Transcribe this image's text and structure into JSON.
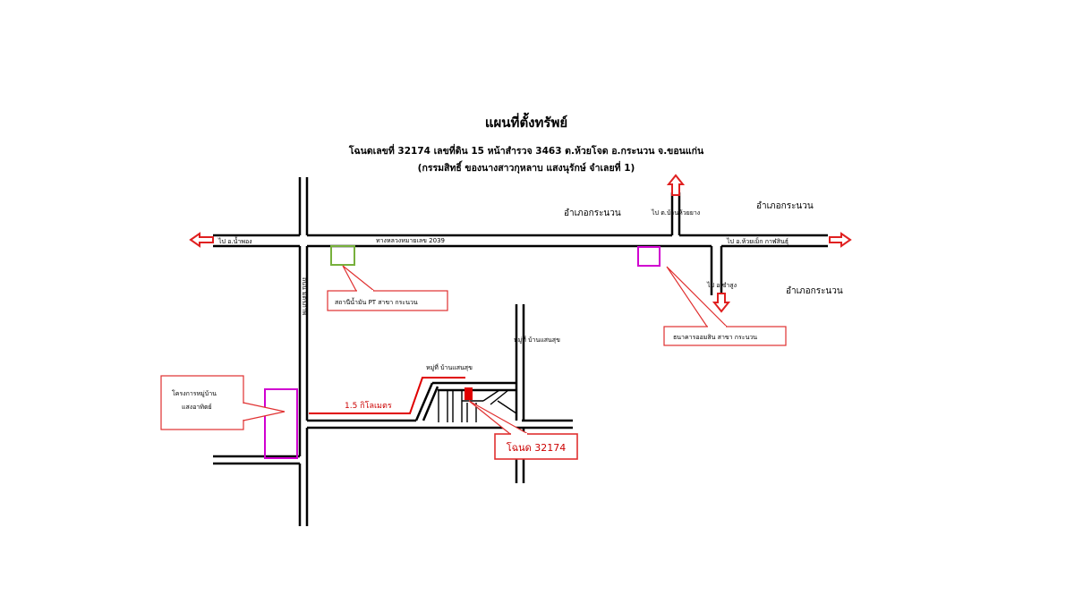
{
  "header": {
    "title": "แผนที่ตั้งทรัพย์",
    "subtitle": "โฉนดเลขที่ 32174 เลขที่ดิน 15 หน้าสำรวจ 3463 ต.ห้วยโจด อ.กระนวน จ.ขอนแก่น",
    "owner_line": "(กรรมสิทธิ์ ของนางสาวกุหลาบ แสงนุรักษ์ จำเลยที่ 1)"
  },
  "districts": {
    "top_center": "อำเภอกระนวน",
    "top_right": "อำเภอกระนวน",
    "mid_right": "อำเภอกระนวน"
  },
  "directions": {
    "west": "ไป อ.น้ำพอง",
    "north": "ไป ต.บ้านห้วยยาง",
    "east": "ไป อ.ห้วยเม็ก กาฬสินธุ์",
    "south": "ไป อ.ซำสูง"
  },
  "roads": {
    "main_highway": "ทางหลวงหมายเลข 2039",
    "vertical_road": "ถนน มิตรภาพ",
    "village_upper": "หมู่ที่ บ้านแสนสุข",
    "village_lower": "หมู่ที่ บ้านแสนสุข",
    "distance": "1.5 กิโลเมตร"
  },
  "landmarks": {
    "gas_station": "สถานีน้ำมัน PT สาขา กระนวน",
    "bank": "ธนาคารออมสิน สาขา กระนวน",
    "housing": [
      "โครงการหมู่บ้าน",
      "แสงอาทิตย์"
    ]
  },
  "parcel": {
    "label": "โฉนด 32174"
  },
  "colors": {
    "road": "#000000",
    "arrow": "#e02020",
    "callout": "#e03030",
    "gas_station_box": "#77b03c",
    "bank_box": "#d000d0",
    "parcel": "#e00000"
  }
}
